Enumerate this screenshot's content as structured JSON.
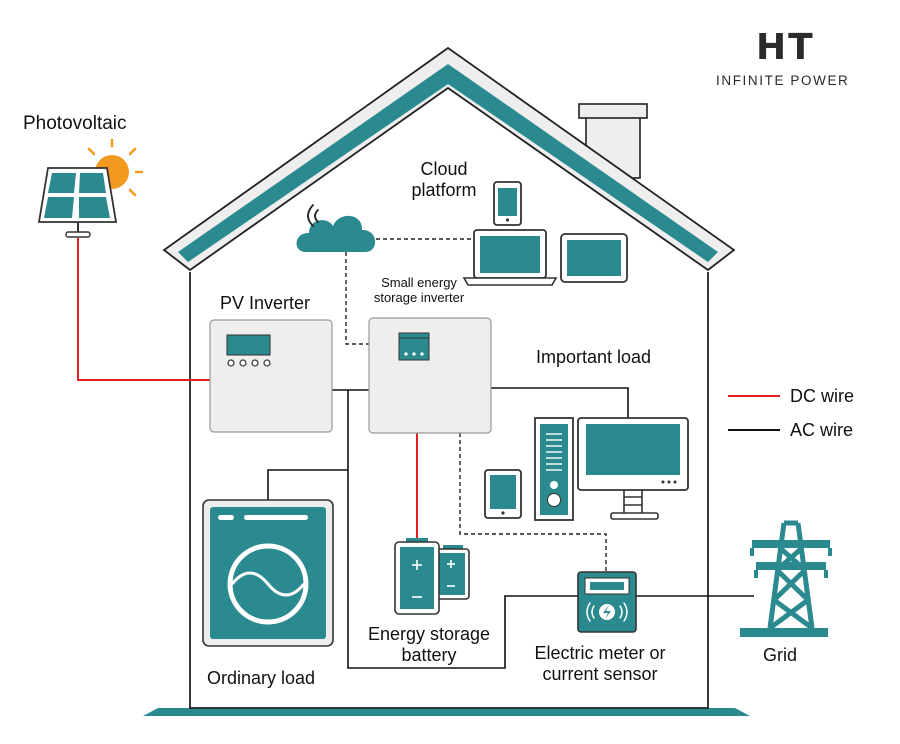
{
  "brand": {
    "mark": "HT",
    "tagline": "INFINITE POWER"
  },
  "labels": {
    "photovoltaic": "Photovoltaic",
    "cloud_platform_line1": "Cloud",
    "cloud_platform_line2": "platform",
    "pv_inverter": "PV Inverter",
    "storage_inverter_line1": "Small energy",
    "storage_inverter_line2": "storage inverter",
    "important_load": "Important load",
    "ordinary_load": "Ordinary load",
    "battery_line1": "Energy storage",
    "battery_line2": "battery",
    "meter_line1": "Electric meter or",
    "meter_line2": "current sensor",
    "grid": "Grid"
  },
  "legend": [
    {
      "label": "DC wire",
      "color": "#e31e24"
    },
    {
      "label": "AC wire",
      "color": "#111111"
    }
  ],
  "colors": {
    "teal": "#2b8a8f",
    "panel": "#eeeeee",
    "dc": "#e31e24",
    "ac": "#111111",
    "sun": "#f29a1f"
  }
}
